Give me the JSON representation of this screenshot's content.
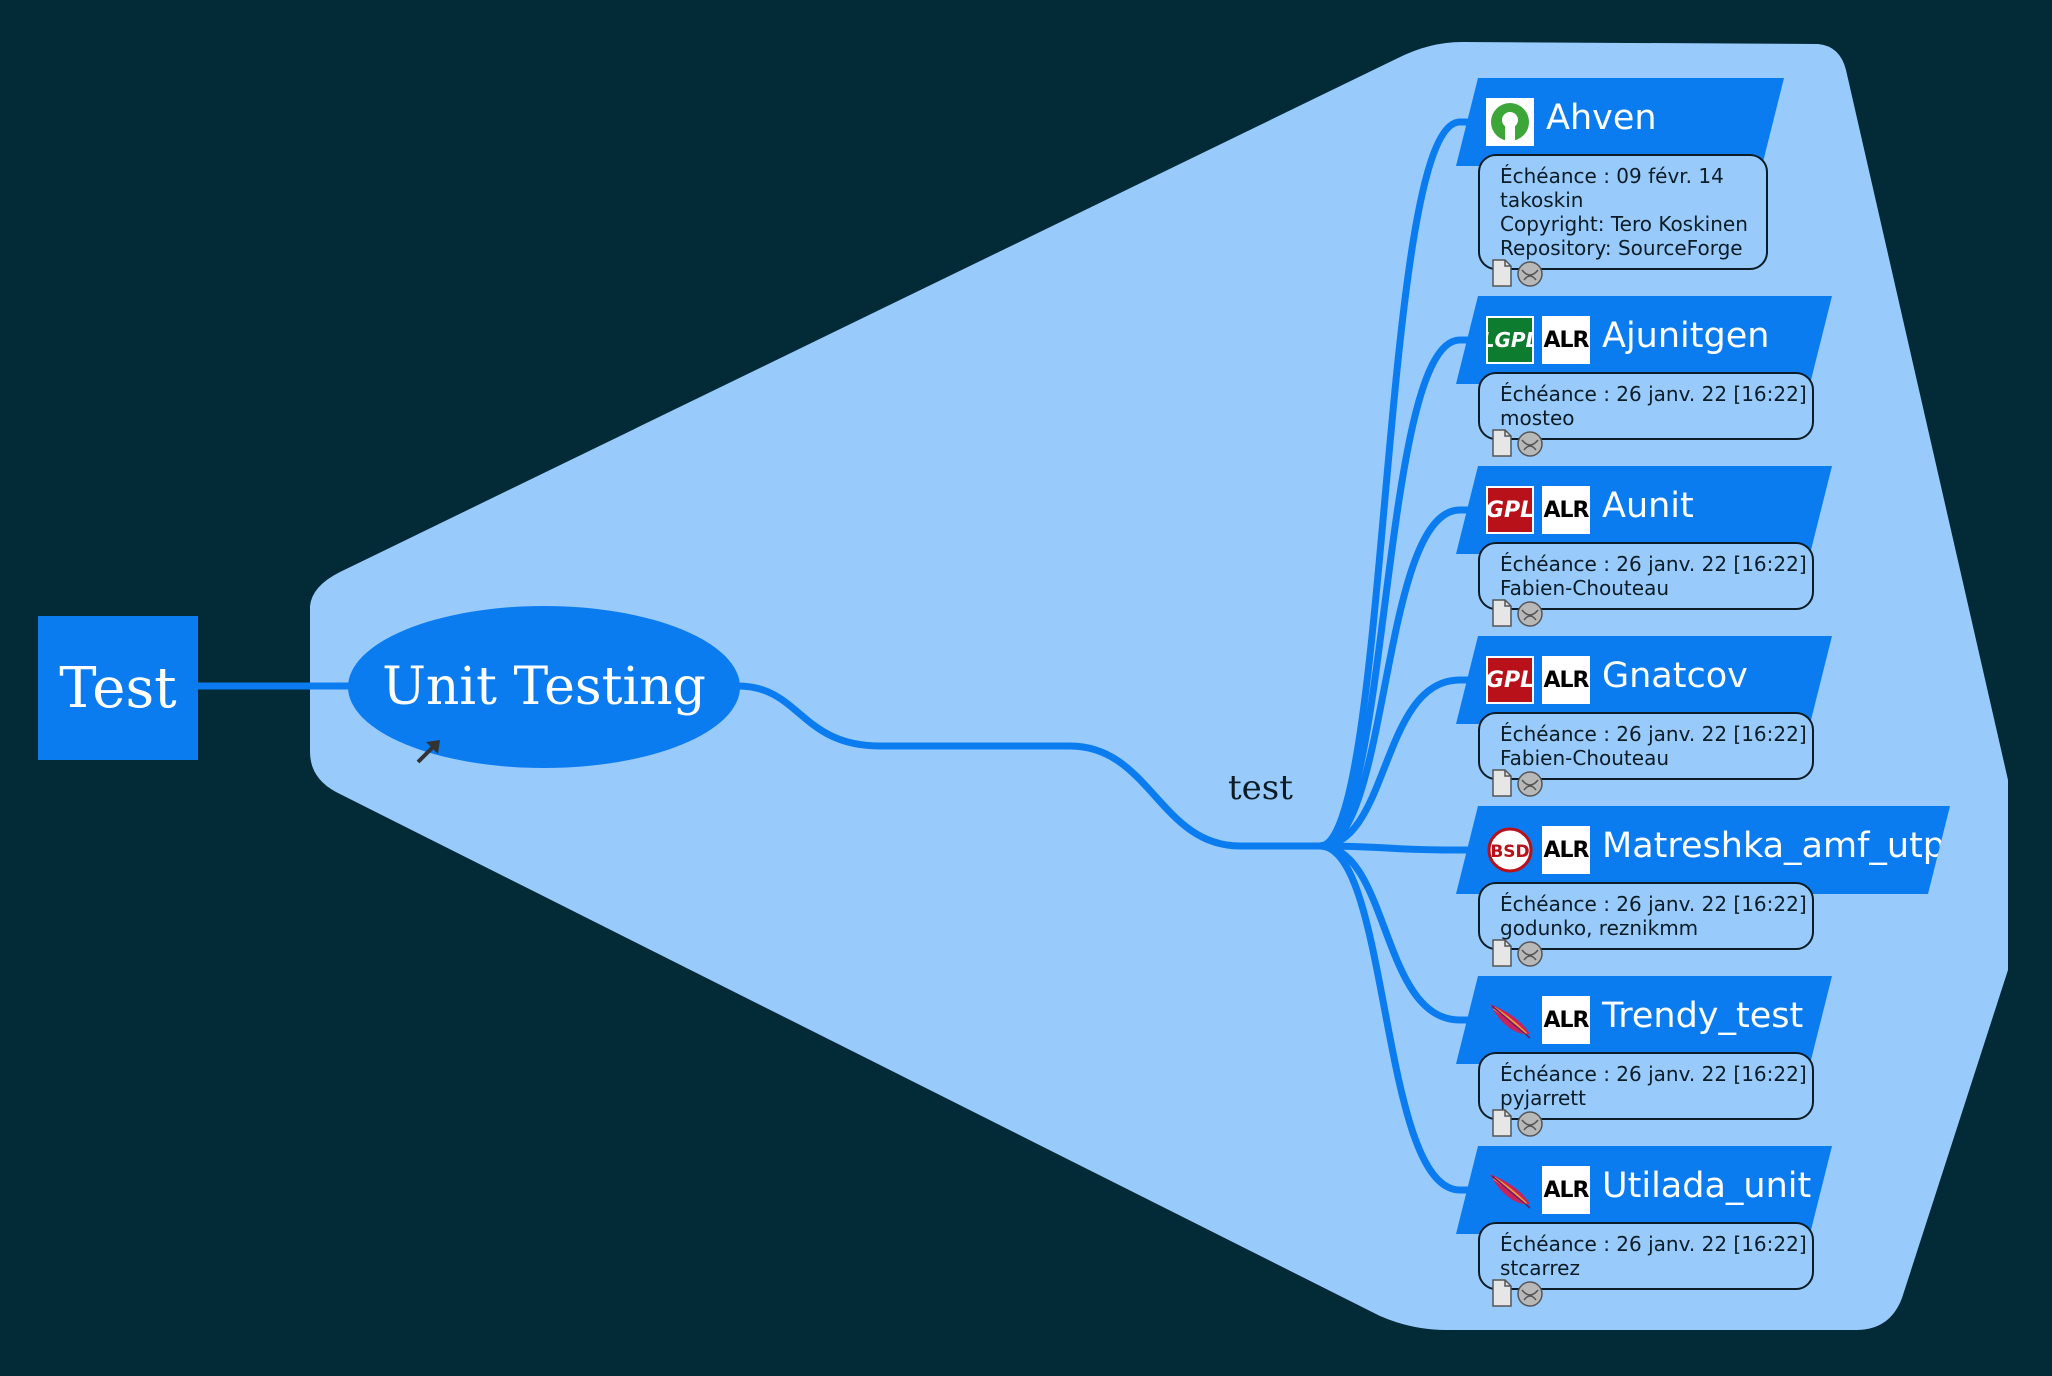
{
  "colors": {
    "background": "#022a37",
    "cloud": "#98cbfc",
    "node": "#0a7cf0",
    "edge": "#0a7cf0",
    "text_dark": "#0b1c26"
  },
  "root": {
    "label": "Test"
  },
  "hub": {
    "label": "Unit Testing"
  },
  "branch": {
    "label": "test"
  },
  "leaves": [
    {
      "name": "Ahven",
      "badges": [
        "osi-icon"
      ],
      "lines": [
        "Échéance : 09 févr. 14",
        "takoskin",
        "Copyright: Tero Koskinen",
        "Repository: SourceForge"
      ]
    },
    {
      "name": "Ajunitgen",
      "badges": [
        "lgpl-icon",
        "alr-icon"
      ],
      "badge_text": {
        "lgpl": "LGPL",
        "alr": "ALR"
      },
      "lines": [
        "Échéance : 26 janv. 22 [16:22]",
        "mosteo"
      ]
    },
    {
      "name": "Aunit",
      "badges": [
        "gpl-icon",
        "alr-icon"
      ],
      "badge_text": {
        "gpl": "GPL",
        "alr": "ALR"
      },
      "lines": [
        "Échéance : 26 janv. 22 [16:22]",
        "Fabien-Chouteau"
      ]
    },
    {
      "name": "Gnatcov",
      "badges": [
        "gpl-icon",
        "alr-icon"
      ],
      "badge_text": {
        "gpl": "GPL",
        "alr": "ALR"
      },
      "lines": [
        "Échéance : 26 janv. 22 [16:22]",
        "Fabien-Chouteau"
      ]
    },
    {
      "name": "Matreshka_amf_utp",
      "badges": [
        "bsd-icon",
        "alr-icon"
      ],
      "badge_text": {
        "bsd": "BSD",
        "alr": "ALR"
      },
      "lines": [
        "Échéance : 26 janv. 22 [16:22]",
        "godunko, reznikmm"
      ]
    },
    {
      "name": "Trendy_test",
      "badges": [
        "apache-feather-icon",
        "alr-icon"
      ],
      "badge_text": {
        "alr": "ALR"
      },
      "lines": [
        "Échéance : 26 janv. 22 [16:22]",
        "pyjarrett"
      ]
    },
    {
      "name": "Utilada_unit",
      "badges": [
        "apache-feather-icon",
        "alr-icon"
      ],
      "badge_text": {
        "alr": "ALR"
      },
      "lines": [
        "Échéance : 26 janv. 22 [16:22]",
        "stcarrez"
      ]
    }
  ]
}
